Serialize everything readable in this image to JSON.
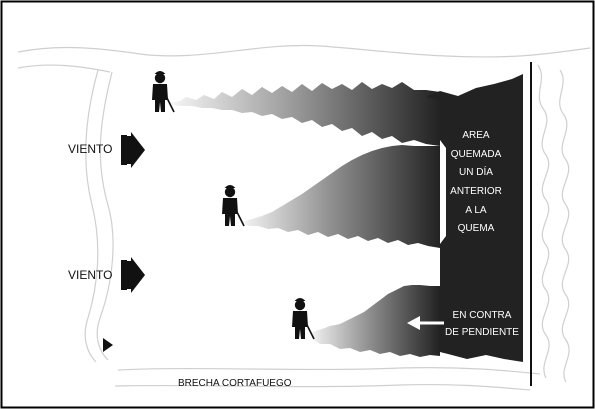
{
  "wind_labels": [
    "VIENTO",
    "VIENTO"
  ],
  "burned_area_lines": [
    "AREA",
    "QUEMADA",
    "UN DÍA",
    "ANTERIOR",
    "A LA",
    "QUEMA"
  ],
  "slope_lines": [
    "EN CONTRA",
    "DE PENDIENTE"
  ],
  "firebreak_label": "BRECHA CORTAFUEGO",
  "colors": {
    "burned": "#222222",
    "ink": "#111111",
    "frame": "#000000",
    "light_line": "#cccccc"
  },
  "icons": [
    "firefighter-icon",
    "wind-arrow-icon",
    "slope-arrow-icon"
  ]
}
